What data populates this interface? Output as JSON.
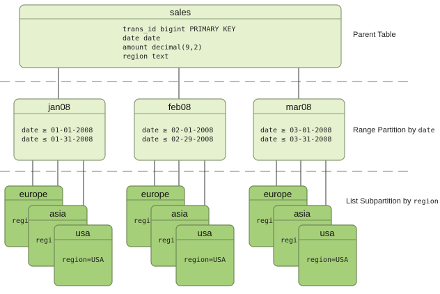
{
  "parent": {
    "name": "sales",
    "columns": [
      "trans_id bigint PRIMARY KEY",
      "date date",
      "amount decimal(9,2)",
      "region text"
    ],
    "label": "Parent Table"
  },
  "partitions": [
    {
      "name": "jan08",
      "lines": [
        "date ≥ 01-01-2008",
        "date ≤ 01-31-2008"
      ]
    },
    {
      "name": "feb08",
      "lines": [
        "date ≥ 02-01-2008",
        "date ≤ 02-29-2008"
      ]
    },
    {
      "name": "mar08",
      "lines": [
        "date ≥ 03-01-2008",
        "date ≤ 03-31-2008"
      ]
    }
  ],
  "partition_label": {
    "prefix": "Range Partition by ",
    "column": "date"
  },
  "subpartition_groups": [
    {
      "europe": {
        "name": "europe",
        "body": "regi"
      },
      "asia": {
        "name": "asia",
        "body": "regi"
      },
      "usa": {
        "name": "usa",
        "body": "region=USA"
      }
    },
    {
      "europe": {
        "name": "europe",
        "body": "regi"
      },
      "asia": {
        "name": "asia",
        "body": "regi"
      },
      "usa": {
        "name": "usa",
        "body": "region=USA"
      }
    },
    {
      "europe": {
        "name": "europe",
        "body": "regi"
      },
      "asia": {
        "name": "asia",
        "body": "regi"
      },
      "usa": {
        "name": "usa",
        "body": "region=USA"
      }
    }
  ],
  "subpartition_label": {
    "prefix": "List Subpartition by ",
    "column": "region"
  },
  "colors": {
    "light_fill": "#e6f1d0",
    "light_stroke": "#8a9a78",
    "dark_fill": "#a6cf7a",
    "dark_stroke": "#6f8a55",
    "dash": "#bcbcbc",
    "line": "#333333"
  }
}
